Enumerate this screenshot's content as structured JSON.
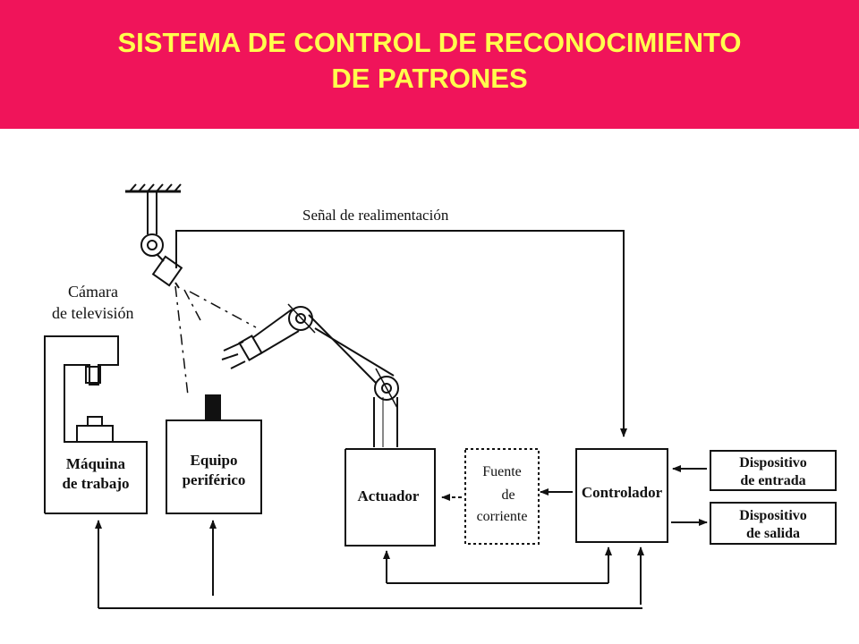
{
  "header": {
    "title_line1": "SISTEMA DE CONTROL DE RECONOCIMIENTO",
    "title_line2": "DE PATRONES"
  },
  "colors": {
    "banner": "#f0145a",
    "title": "#ffff4d",
    "ink": "#111111"
  },
  "diagram": {
    "feedback_label": "Señal de realimentación",
    "camera_label_line1": "Cámara",
    "camera_label_line2": "de televisión",
    "machine": {
      "line1": "Máquina",
      "line2": "de trabajo"
    },
    "peripheral": {
      "line1": "Equipo",
      "line2": "periférico"
    },
    "actuator": "Actuador",
    "power_supply": {
      "line1": "Fuente",
      "line2": "de",
      "line3": "corriente"
    },
    "controller": "Controlador",
    "input_device": {
      "line1": "Dispositivo",
      "line2": "de entrada"
    },
    "output_device": {
      "line1": "Dispositivo",
      "line2": "de salida"
    }
  }
}
